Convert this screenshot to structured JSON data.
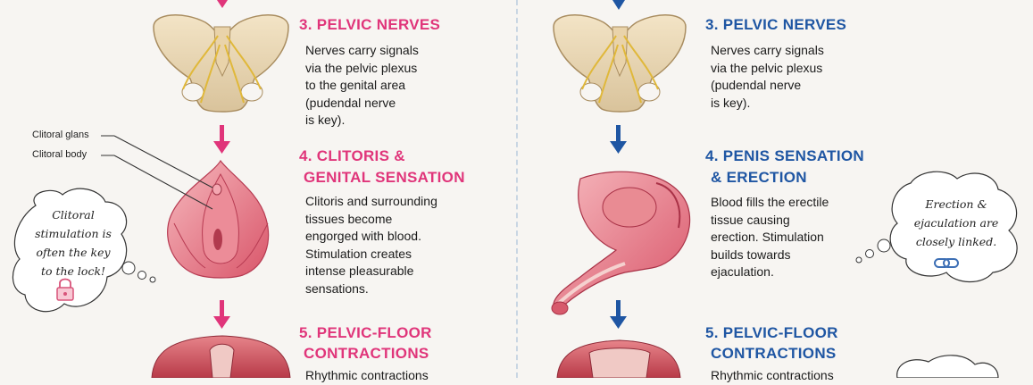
{
  "colors": {
    "left_accent": "#e0357a",
    "right_accent": "#1f56a3",
    "background": "#f7f5f2"
  },
  "left": {
    "steps": [
      {
        "title": "3. PELVIC NERVES",
        "text": "Nerves carry signals\nvia the pelvic plexus\nto the genital area\n(pudendal nerve\nis key)."
      },
      {
        "title_line1": "4. CLITORIS &",
        "title_line2": "GENITAL SENSATION",
        "text": "Clitoris and surrounding\ntissues become\nengorged with blood.\nStimulation creates\nintense pleasurable\nsensations."
      },
      {
        "title_line1": "5. PELVIC-FLOOR",
        "title_line2": "CONTRACTIONS",
        "text": "Rhythmic contractions"
      }
    ],
    "labels": {
      "glans": "Clitoral glans",
      "body": "Clitoral body"
    },
    "thought": {
      "text": "Clitoral\nstimulation is\noften the key\nto the lock!",
      "icon": "padlock-icon"
    }
  },
  "right": {
    "steps": [
      {
        "title": "3. PELVIC NERVES",
        "text": "Nerves carry signals\nvia the pelvic plexus\n(pudendal nerve\nis key)."
      },
      {
        "title_line1": "4. PENIS SENSATION",
        "title_line2": "& ERECTION",
        "text": "Blood fills the erectile\ntissue causing\nerection. Stimulation\nbuilds towards\nejaculation."
      },
      {
        "title_line1": "5. PELVIC-FLOOR",
        "title_line2": "CONTRACTIONS",
        "text": "Rhythmic contractions"
      }
    ],
    "thought": {
      "text": "Erection &\nejaculation are\nclosely linked.",
      "icon": "chain-link-icon"
    }
  }
}
